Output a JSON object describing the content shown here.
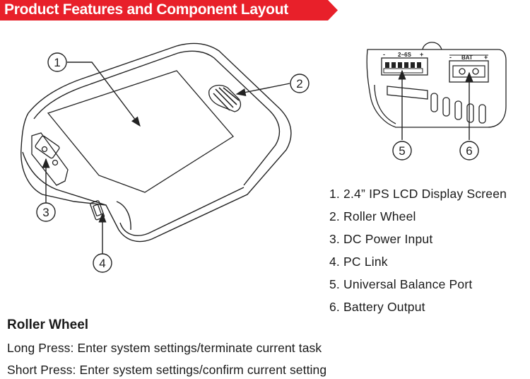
{
  "banner": {
    "title": "Product Features and Component Layout",
    "color": "#e8202a"
  },
  "diagram": {
    "callouts": [
      "1",
      "2",
      "3",
      "4",
      "5",
      "6"
    ],
    "connector_labels": {
      "balance": "2~6S",
      "battery": "BAT",
      "minus": "-",
      "plus": "+"
    }
  },
  "features": [
    "1. 2.4” IPS LCD Display Screen",
    "2. Roller Wheel",
    "3. DC Power Input",
    "4. PC Link",
    "5. Universal Balance Port",
    "6. Battery Output"
  ],
  "roller_wheel": {
    "title": "Roller Wheel",
    "long_press": "Long Press: Enter system settings/terminate current task",
    "short_press": "Short Press: Enter system settings/confirm current setting"
  }
}
